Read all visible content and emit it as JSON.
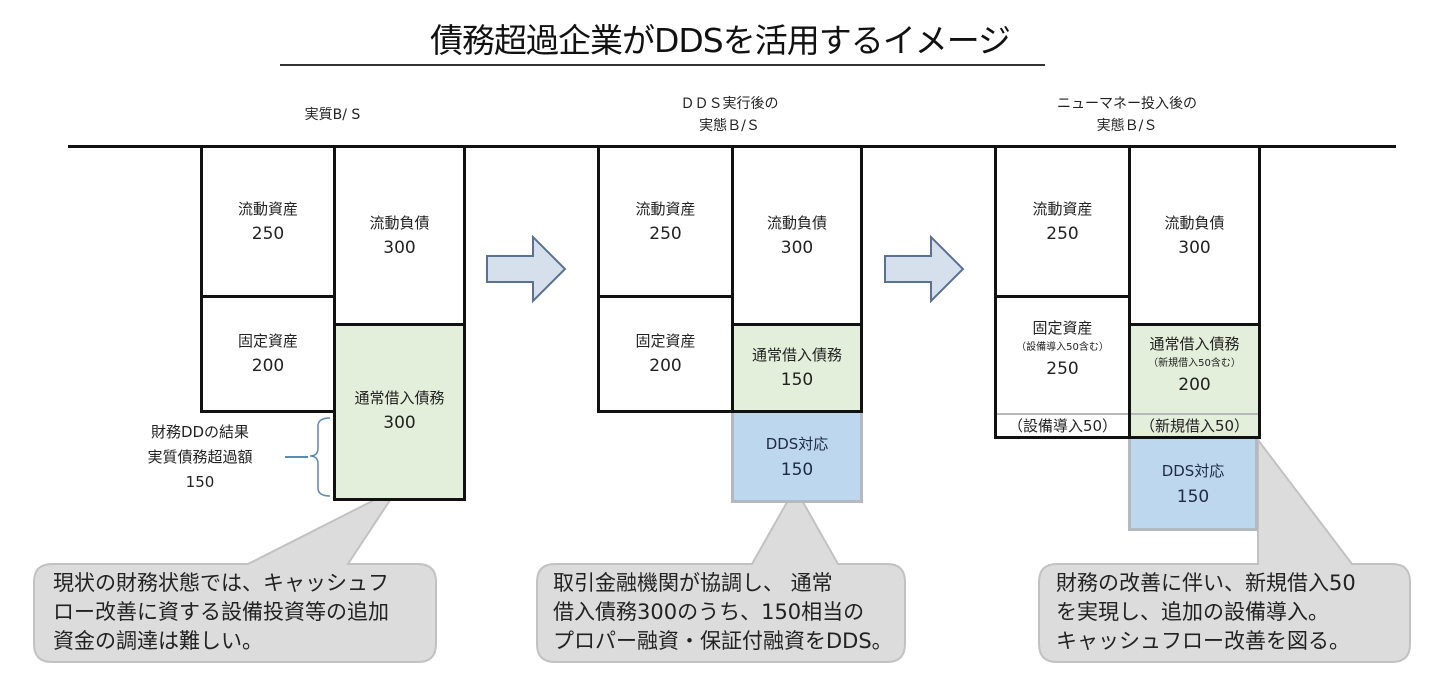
{
  "title": "債務超過企業がDDSを活用するイメージ",
  "colors": {
    "box_border": "#111111",
    "ordinary_debt_fill": "#e3efda",
    "dds_fill": "#bdd7ee",
    "arrow_fill": "#d6e0ec",
    "arrow_stroke": "#5a7291",
    "callout_fill": "#dcdcdc",
    "callout_stroke": "#bfbfbf"
  },
  "panels": [
    {
      "heading": [
        "実質B/ S"
      ],
      "assets": [
        {
          "label": "流動資産",
          "value": "250"
        },
        {
          "label": "固定資産",
          "value": "200"
        }
      ],
      "liabilities": [
        {
          "label": "流動負債",
          "value": "300"
        },
        {
          "label": "通常借入債務",
          "value": "300"
        }
      ],
      "side_note": [
        "財務DDの結果",
        "実質債務超過額",
        "150"
      ],
      "callout": [
        "現状の財務状態では、キャッシュフ",
        "ロー改善に資する設備投資等の追加",
        "資金の調達は難しい。"
      ]
    },
    {
      "heading": [
        "ＤＤＳ実行後の",
        "実態Ｂ/Ｓ"
      ],
      "assets": [
        {
          "label": "流動資産",
          "value": "250"
        },
        {
          "label": "固定資産",
          "value": "200"
        }
      ],
      "liabilities": [
        {
          "label": "流動負債",
          "value": "300"
        },
        {
          "label": "通常借入債務",
          "value": "150"
        }
      ],
      "dds": {
        "label": "DDS対応",
        "value": "150"
      },
      "callout": [
        "取引金融機関が協調し、 通常",
        "借入債務300のうち、150相当の",
        "プロパー融資・保証付融資をDDS。"
      ]
    },
    {
      "heading": [
        "ニューマネー投入後の",
        "実態Ｂ/Ｓ"
      ],
      "assets": [
        {
          "label": "流動資産",
          "value": "250"
        },
        {
          "label": "固定資産",
          "sub": "（設備導入50含む）",
          "value": "250",
          "footer": "（設備導入50）"
        }
      ],
      "liabilities": [
        {
          "label": "流動負債",
          "value": "300"
        },
        {
          "label": "通常借入債務",
          "sub": "（新規借入50含む）",
          "value": "200",
          "footer": "（新規借入50）"
        }
      ],
      "dds": {
        "label": "DDS対応",
        "value": "150"
      },
      "callout": [
        "財務の改善に伴い、新規借入50",
        "を実現し、追加の設備導入。",
        "キャッシュフロー改善を図る。"
      ]
    }
  ],
  "arrows": [
    {
      "direction": "right",
      "from": "実質B/ S",
      "to": "ＤＤＳ実行後の実態Ｂ/Ｓ"
    },
    {
      "direction": "right",
      "from": "ＤＤＳ実行後の実態Ｂ/Ｓ",
      "to": "ニューマネー投入後の実態Ｂ/Ｓ"
    }
  ]
}
